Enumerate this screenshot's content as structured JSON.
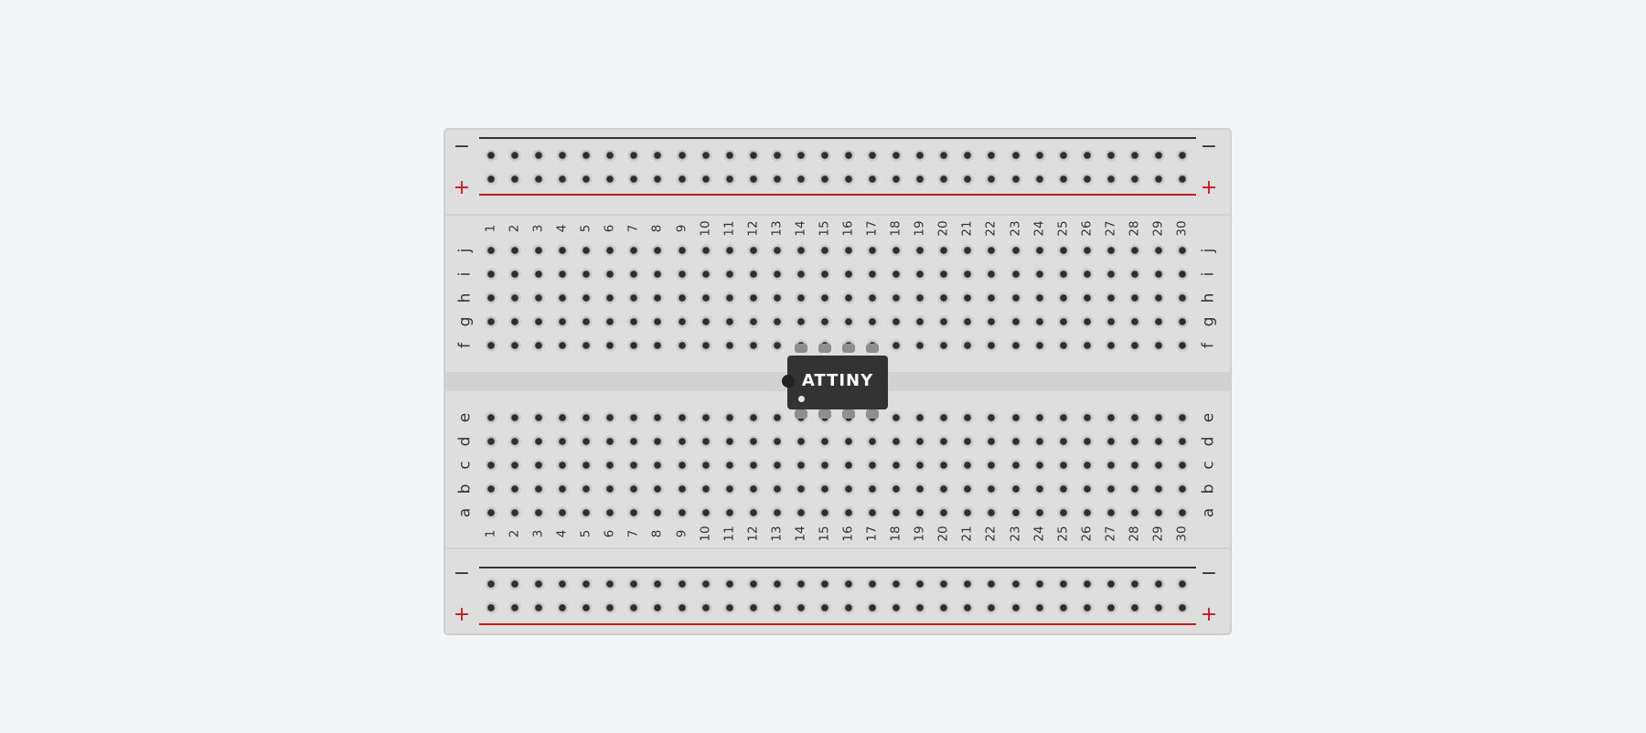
{
  "breadboard": {
    "columns": [
      "1",
      "2",
      "3",
      "4",
      "5",
      "6",
      "7",
      "8",
      "9",
      "10",
      "11",
      "12",
      "13",
      "14",
      "15",
      "16",
      "17",
      "18",
      "19",
      "20",
      "21",
      "22",
      "23",
      "24",
      "25",
      "26",
      "27",
      "28",
      "29",
      "30"
    ],
    "top_row_letters": [
      "j",
      "i",
      "h",
      "g",
      "f"
    ],
    "bottom_row_letters": [
      "e",
      "d",
      "c",
      "b",
      "a"
    ],
    "rail_minus_label": "−",
    "rail_plus_label": "+",
    "rail_minus_color": "#333333",
    "rail_plus_color": "#c21a1a"
  },
  "chip": {
    "label": "ATTINY",
    "pin_count": 8
  }
}
